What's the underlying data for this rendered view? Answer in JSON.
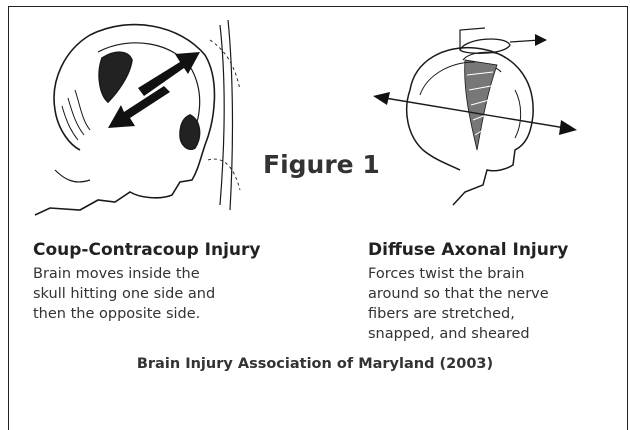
{
  "figure": {
    "label": "Figure 1"
  },
  "coup": {
    "title": "Coup-Contracoup  Injury",
    "description": "Brain moves inside the\nskull hitting one side and\nthen the opposite side."
  },
  "diffuse": {
    "title": "Diffuse Axonal Injury",
    "description": "Forces twist the brain\naround so that the nerve\nfibers are stretched,\nsnapped, and sheared"
  },
  "source": {
    "credit": "Brain Injury Association of Maryland (2003)"
  },
  "icons": {
    "coup_illustration": "head-coup-contracoup-drawing",
    "dai_illustration": "head-rotation-drawing"
  },
  "colors": {
    "line": "#1a1a1a",
    "text": "#333333"
  }
}
